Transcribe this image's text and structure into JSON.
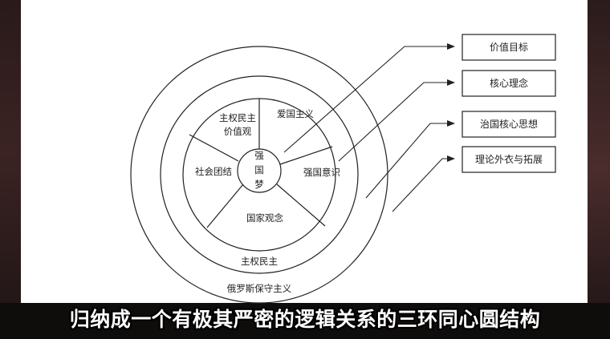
{
  "diagram": {
    "center_chars": [
      "强",
      "国",
      "梦"
    ],
    "segments": {
      "patriotism": "爱国主义",
      "sovereign_democracy_values_line1": "主权民主",
      "sovereign_democracy_values_line2": "价值观",
      "social_unity": "社会团结",
      "national_concept": "国家观念",
      "strong_state_consciousness": "强国意识"
    },
    "rings": {
      "middle": "主权民主",
      "outer": "俄罗斯保守主义"
    },
    "boxes": {
      "value_goal": "价值目标",
      "core_idea": "核心理念",
      "core_governance_thought": "治国核心思想",
      "theory_extension": "理论外衣与拓展"
    }
  },
  "caption": "归纳成一个有极其严密的逻辑关系的三环同心圆结构"
}
